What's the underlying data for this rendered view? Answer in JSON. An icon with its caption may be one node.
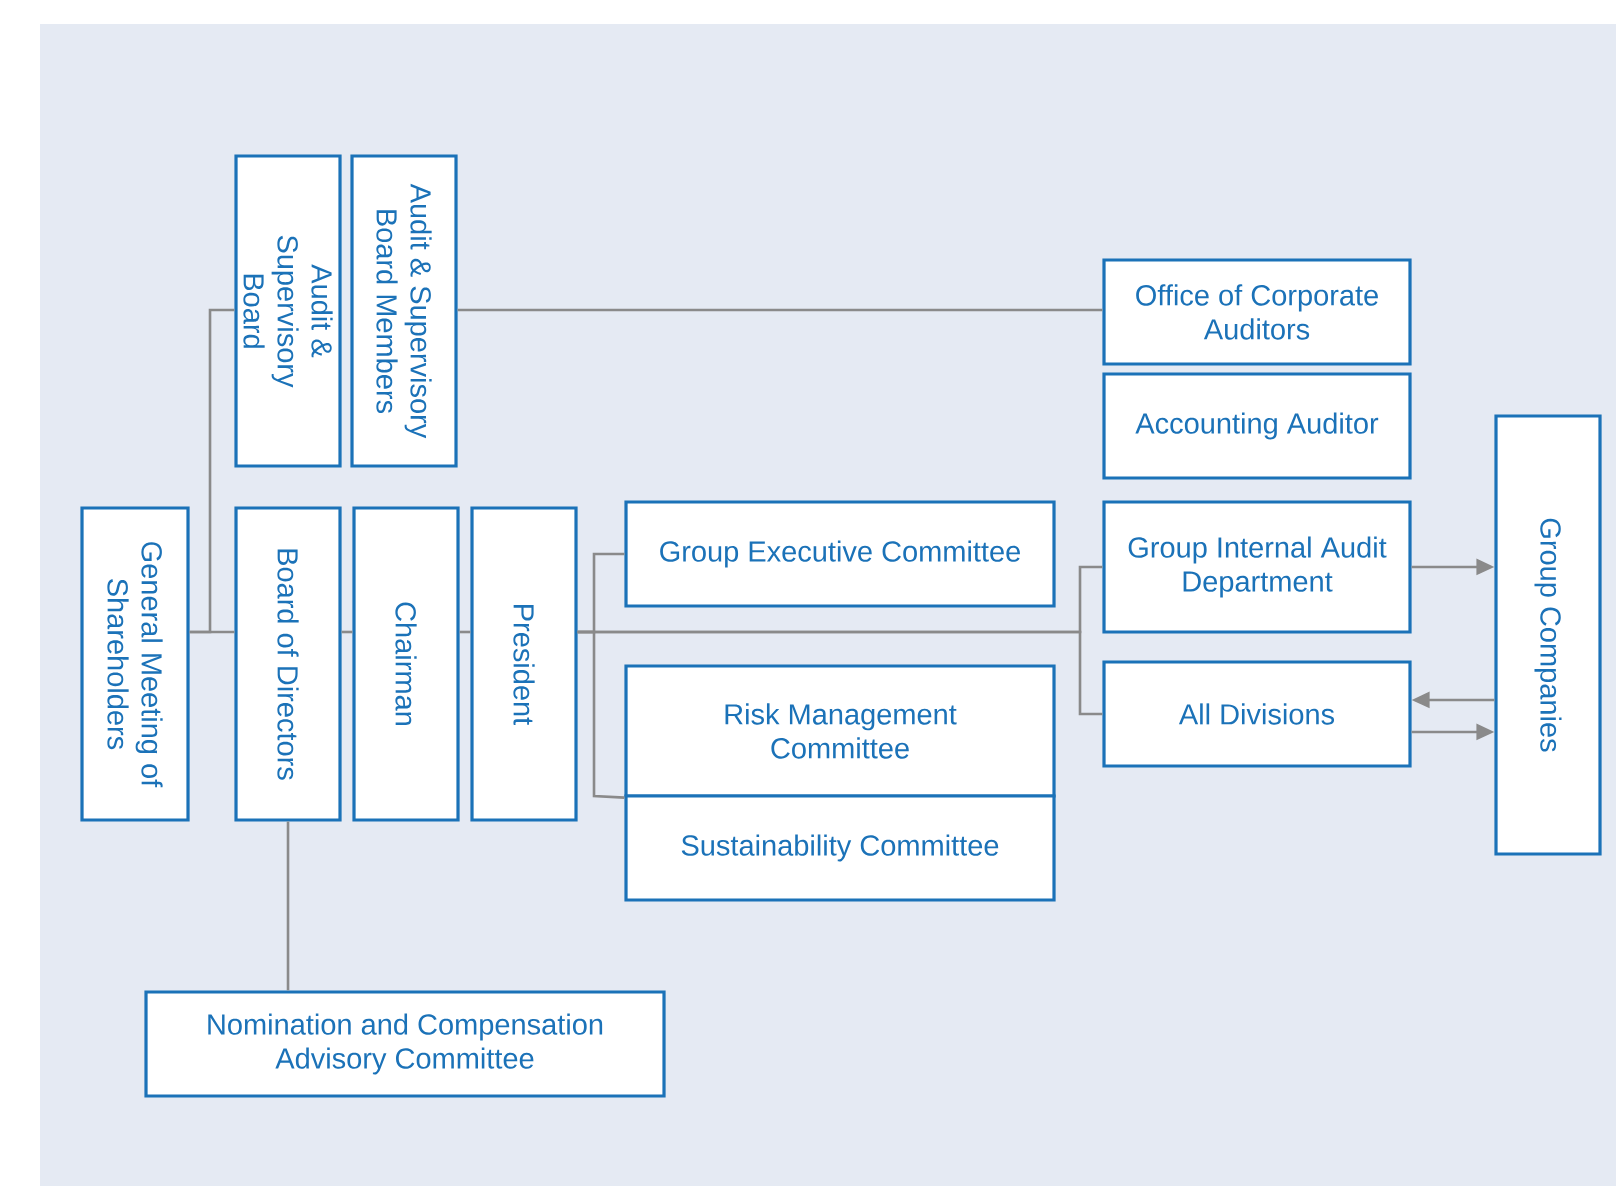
{
  "diagram": {
    "nodes": [
      {
        "text": [
          "General Meeting of Shareholders"
        ]
      },
      {
        "text": [
          "Audit & Supervisory Board"
        ]
      },
      {
        "text": [
          "Audit & Supervisory Board Members"
        ]
      },
      {
        "text": [
          "Board of Directors"
        ]
      },
      {
        "text": [
          "Chairman"
        ]
      },
      {
        "text": [
          "President"
        ]
      },
      {
        "text": [
          "Group Executive Committee"
        ]
      },
      {
        "text": [
          "Risk Management Committee"
        ]
      },
      {
        "text": [
          "Sustainability Committee"
        ]
      },
      {
        "text": [
          "Office of Corporate Auditors"
        ]
      },
      {
        "text": [
          "Accounting Auditor"
        ]
      },
      {
        "text": [
          "Group Internal Audit Department"
        ]
      },
      {
        "text": [
          "All Divisions"
        ]
      },
      {
        "text": [
          "Group Companies"
        ]
      },
      {
        "text": [
          "Nomination and Compensation Advisory Committee"
        ]
      }
    ],
    "edges": [
      {
        "from": 0,
        "to": 3,
        "arrow": "none"
      },
      {
        "from": 0,
        "to": 1,
        "arrow": "none"
      },
      {
        "from": 2,
        "to": 9,
        "arrow": "none"
      },
      {
        "from": 3,
        "to": 4,
        "arrow": "none"
      },
      {
        "from": 4,
        "to": 5,
        "arrow": "none"
      },
      {
        "from": 5,
        "to": 6,
        "arrow": "none"
      },
      {
        "from": 5,
        "to": 7,
        "arrow": "none"
      },
      {
        "from": 5,
        "to": 11,
        "arrow": "none"
      },
      {
        "from": 5,
        "to": 12,
        "arrow": "none"
      },
      {
        "from": 3,
        "to": 14,
        "arrow": "none"
      },
      {
        "from": 11,
        "to": 13,
        "arrow": "to"
      },
      {
        "from": 13,
        "to": 12,
        "arrow": "to"
      },
      {
        "from": 12,
        "to": 13,
        "arrow": "to"
      }
    ]
  }
}
